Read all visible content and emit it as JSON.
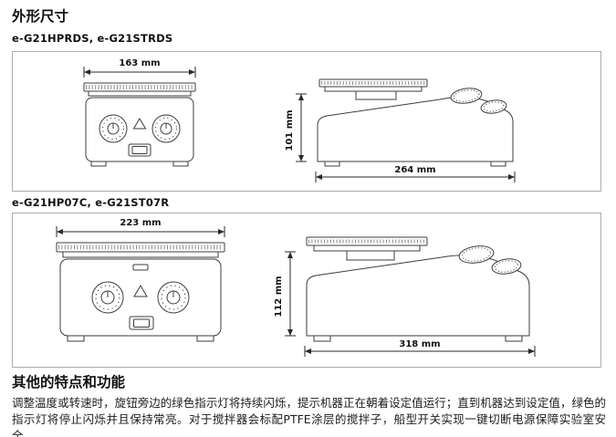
{
  "page": {
    "title": "外形尺寸",
    "features_heading": "其他的特点和功能",
    "features_text": "调整温度或转速时，旋钮旁边的绿色指示灯将持续闪烁，提示机器正在朝着设定值运行；直到机器达到设定值，绿色的指示灯将停止闪烁并且保持常亮。对于搅拌器会标配PTFE涂层的搅拌子，船型开关实现一键切断电源保障实验室安全。"
  },
  "models": [
    {
      "label": "e-G21HPRDS, e-G21STRDS",
      "dims": {
        "width": "163 mm",
        "height": "101 mm",
        "depth": "264 mm"
      }
    },
    {
      "label": "e-G21HP07C, e-G21ST07R",
      "dims": {
        "width": "223 mm",
        "height": "112 mm",
        "depth": "318 mm"
      }
    }
  ],
  "colors": {
    "line": "#3c3c3c",
    "border": "#adadad",
    "text": "#111111"
  }
}
